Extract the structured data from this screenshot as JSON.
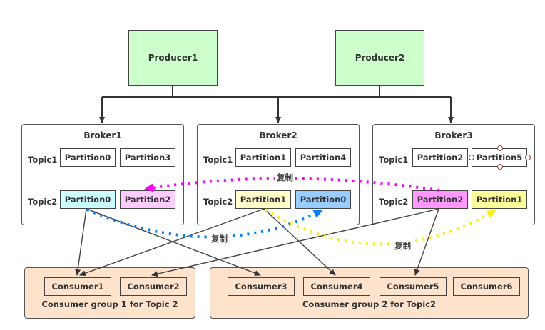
{
  "producers": [
    {
      "label": "Producer1"
    },
    {
      "label": "Producer2"
    }
  ],
  "brokers": [
    {
      "title": "Broker1",
      "topic1_label": "Topic1",
      "topic2_label": "Topic2",
      "topic1_partitions": [
        {
          "label": "Partition0",
          "color": "#ffffff"
        },
        {
          "label": "Partition3",
          "color": "#ffffff"
        }
      ],
      "topic2_partitions": [
        {
          "label": "Partition0",
          "color": "#ccffff"
        },
        {
          "label": "Partition2",
          "color": "#ffccff"
        }
      ]
    },
    {
      "title": "Broker2",
      "topic1_label": "Topic1",
      "topic2_label": "Topic2",
      "topic1_partitions": [
        {
          "label": "Partition1",
          "color": "#ffffff"
        },
        {
          "label": "Partition4",
          "color": "#ffffff"
        }
      ],
      "topic2_partitions": [
        {
          "label": "Partition1",
          "color": "#ffffcc"
        },
        {
          "label": "Partition0",
          "color": "#99ccff"
        }
      ]
    },
    {
      "title": "Broker3",
      "topic1_label": "Topic1",
      "topic2_label": "Topic2",
      "topic1_partitions": [
        {
          "label": "Partition2",
          "color": "#ffffff"
        },
        {
          "label": "Partition5",
          "color": "#ffffff"
        }
      ],
      "topic2_partitions": [
        {
          "label": "Partition2",
          "color": "#ff99ff"
        },
        {
          "label": "Partition1",
          "color": "#ffff99"
        }
      ]
    }
  ],
  "replication": {
    "label": "复制",
    "colors": {
      "magenta": "#ff00ff",
      "blue": "#0080ff",
      "yellow": "#ffff00"
    }
  },
  "consumer_groups": [
    {
      "label": "Consumer group 1 for Topic 2",
      "consumers": [
        "Consumer1",
        "Consumer2"
      ]
    },
    {
      "label": "Consumer group 2 for Topic2",
      "consumers": [
        "Consumer3",
        "Consumer4",
        "Consumer5",
        "Consumer6"
      ]
    }
  ]
}
